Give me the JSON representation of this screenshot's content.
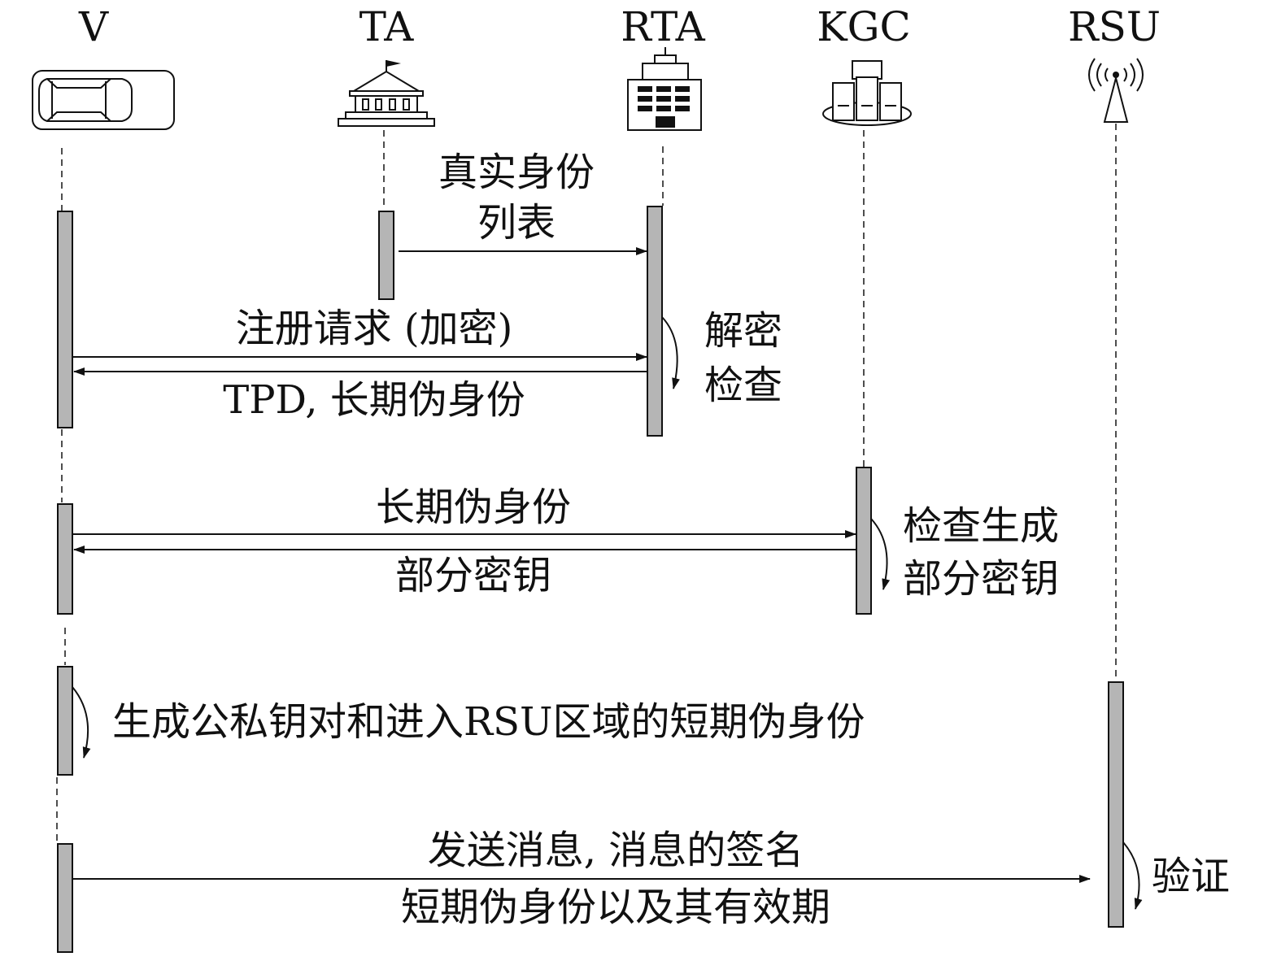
{
  "actors": {
    "v": "V",
    "ta": "TA",
    "rta": "RTA",
    "kgc": "KGC",
    "rsu": "RSU"
  },
  "icons": {
    "v": "car-icon",
    "ta": "government-building-icon",
    "rta": "office-building-icon",
    "kgc": "server-cluster-icon",
    "rsu": "radio-tower-icon"
  },
  "messages": {
    "real_id_list": [
      "真实身份",
      "列表"
    ],
    "register_request": "注册请求 (加密)",
    "tpd_reply": "TPD, 长期伪身份",
    "decrypt_check": [
      "解密",
      "检查"
    ],
    "long_term_pseudonym": "长期伪身份",
    "partial_key": "部分密钥",
    "check_generate": [
      "检查生成",
      "部分密钥"
    ],
    "generate_keys": "生成公私钥对和进入RSU区域的短期伪身份",
    "send_message": [
      "发送消息, 消息的签名",
      "短期伪身份以及其有效期"
    ],
    "verify": "验证"
  },
  "colors": {
    "activation_fill": "#b5b5b5",
    "line": "#111111"
  }
}
